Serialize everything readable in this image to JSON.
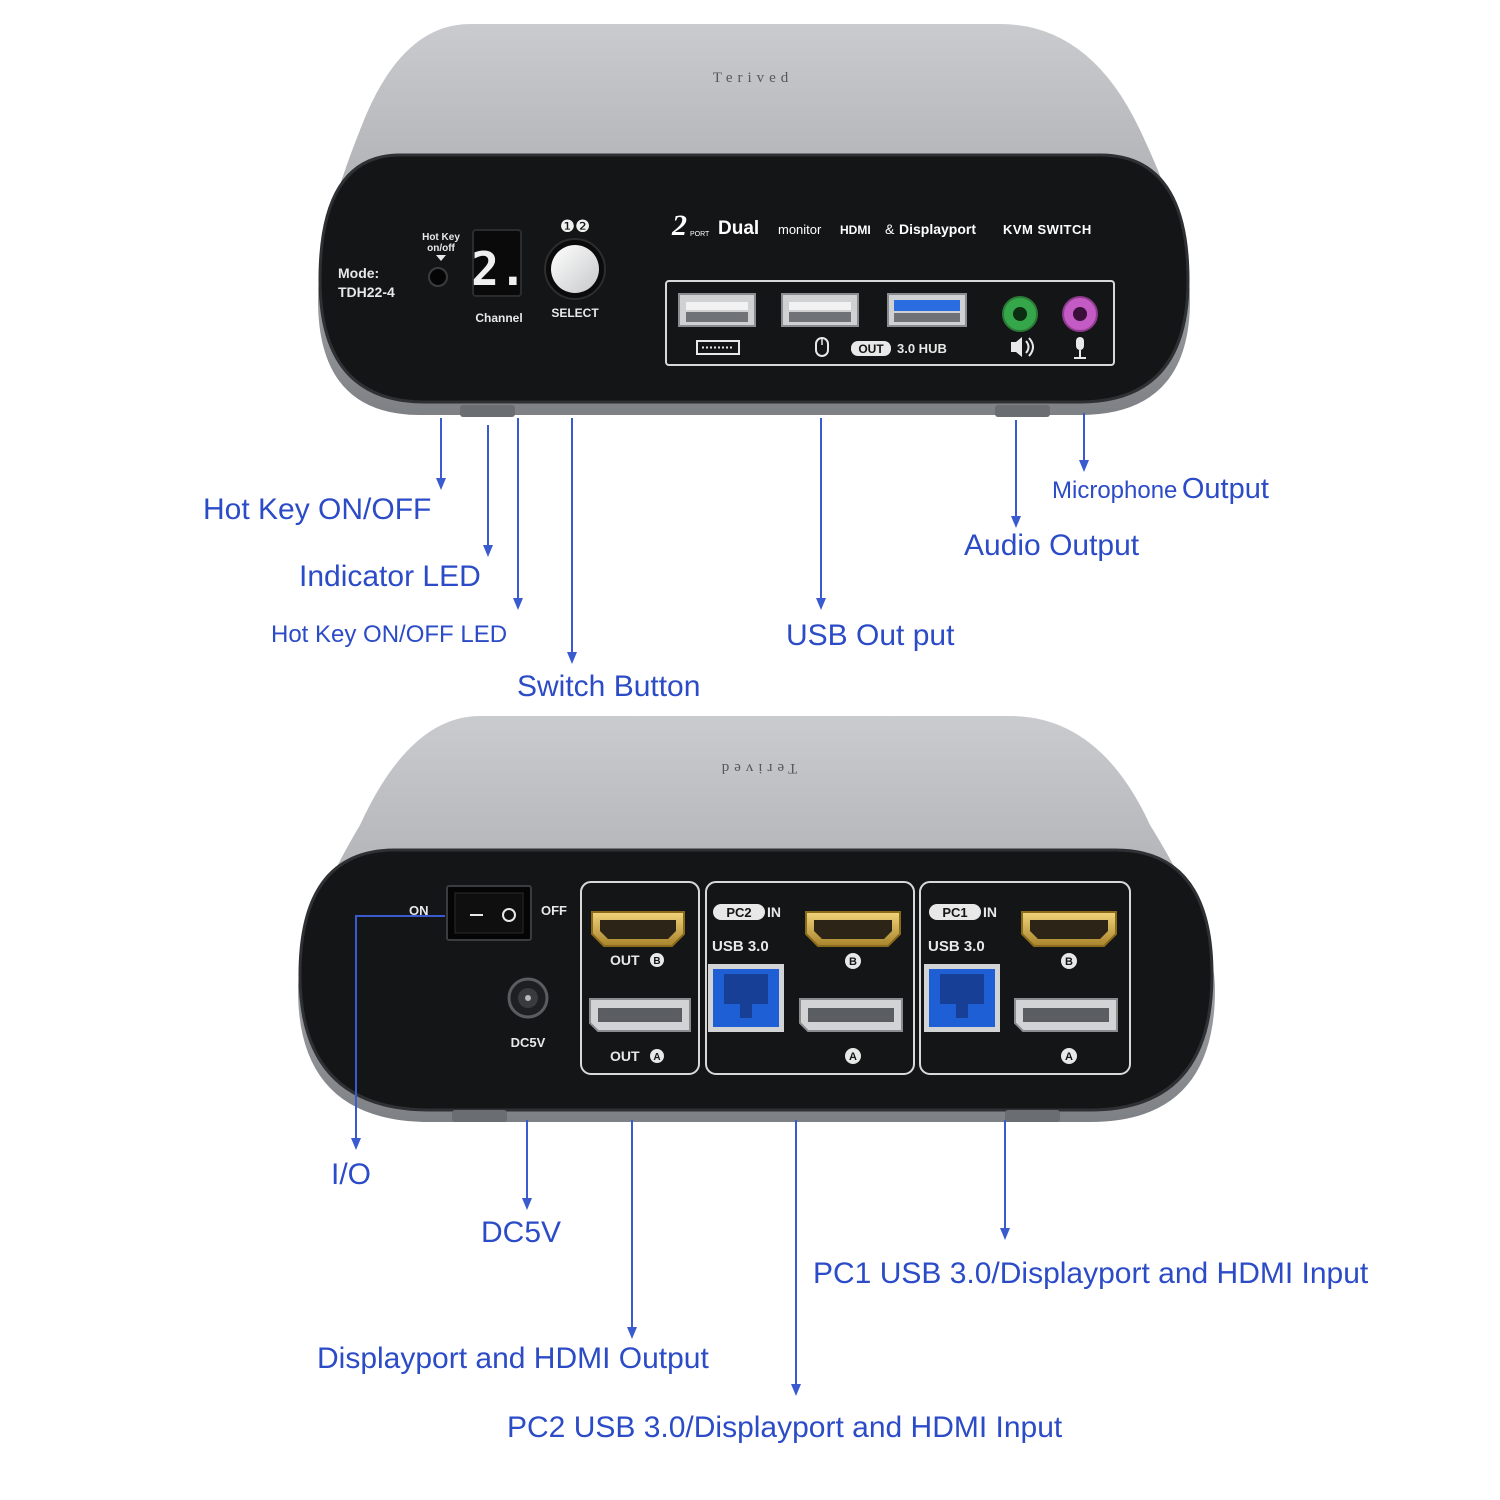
{
  "colors": {
    "callout_text": "#2b4bc7",
    "leader_line": "#3a5bd0",
    "shell_light": "#b9bbbe",
    "shell_dark": "#6a6d71",
    "panel": "#141516",
    "panel_edge": "#2e3033",
    "print_white": "#e8e8e8",
    "hdmi_gold": "#d7b24a",
    "usb3_blue": "#1f5fd6",
    "audio_green": "#36a64a",
    "mic_pink": "#c45bc4"
  },
  "front_device": {
    "brand": "Terived",
    "model_label": "Mode:",
    "model_value": "TDH22-4",
    "hotkey_label_1": "Hot Key",
    "hotkey_label_2": "on/off",
    "channel_digit": "2.",
    "channel_label": "Channel",
    "select_numbers": "❶❷",
    "select_label": "SELECT",
    "title_2": "2",
    "title_port": "PORT",
    "title_dual": "Dual",
    "title_monitor": "monitor",
    "title_hdmi": "HDMI",
    "title_amp": "&",
    "title_dp": "Displayport",
    "title_kvm": "KVM SWITCH",
    "usb_out_badge": "OUT",
    "usb_hub_label": "3.0 HUB"
  },
  "rear_device": {
    "brand": "Terived",
    "on_label": "ON",
    "off_label": "OFF",
    "dc_label": "DC5V",
    "out_b_label": "OUT",
    "out_a_label": "OUT",
    "b_badge": "B",
    "a_badge": "A",
    "pc2_badge": "PC2",
    "pc1_badge": "PC1",
    "in_label": "IN",
    "usb30_label": "USB 3.0"
  },
  "callouts": {
    "hotkey_onoff": "Hot Key ON/OFF",
    "indicator_led": "Indicator LED",
    "hotkey_led": "Hot Key ON/OFF LED",
    "switch_button": "Switch Button",
    "usb_output": "USB Out put",
    "microphone_output_1": "Microphone",
    "microphone_output_2": "Output",
    "audio_output": "Audio Output",
    "io": "I/O",
    "dc5v": "DC5V",
    "dp_hdmi_output": "Displayport and HDMI Output",
    "pc1_input": "PC1 USB 3.0/Displayport and HDMI Input",
    "pc2_input": "PC2 USB 3.0/Displayport and HDMI Input"
  }
}
